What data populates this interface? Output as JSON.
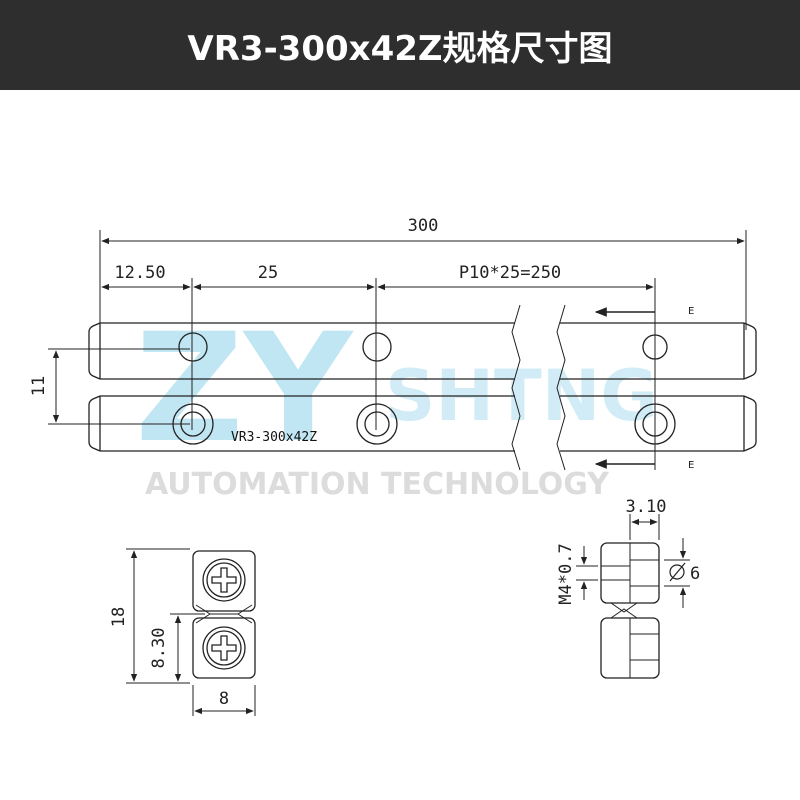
{
  "header": {
    "title": "VR3-300x42Z规格尺寸图"
  },
  "watermark": {
    "logo": "ZY",
    "brand": "SHTNG",
    "tagline": "AUTOMATION TECHNOLOGY"
  },
  "rail": {
    "model_label": "VR3-300x42Z",
    "section_mark": "E"
  },
  "dims": {
    "total_length": "300",
    "end_offset": "12.50",
    "pitch": "25",
    "pitch_formula": "P10*25=250",
    "rail_height": "11",
    "section_height": "18",
    "half_height": "8.30",
    "section_width": "8",
    "counterbore_depth": "3.10",
    "thread": "M4*0.7",
    "counterbore_dia": "6"
  },
  "colors": {
    "header_bg": "#2e2e2e",
    "header_text": "#ffffff",
    "line": "#222222",
    "watermark": "#8fd3ea"
  },
  "icons": [
    "arrow-left-icon",
    "phillips-screw-icon"
  ]
}
